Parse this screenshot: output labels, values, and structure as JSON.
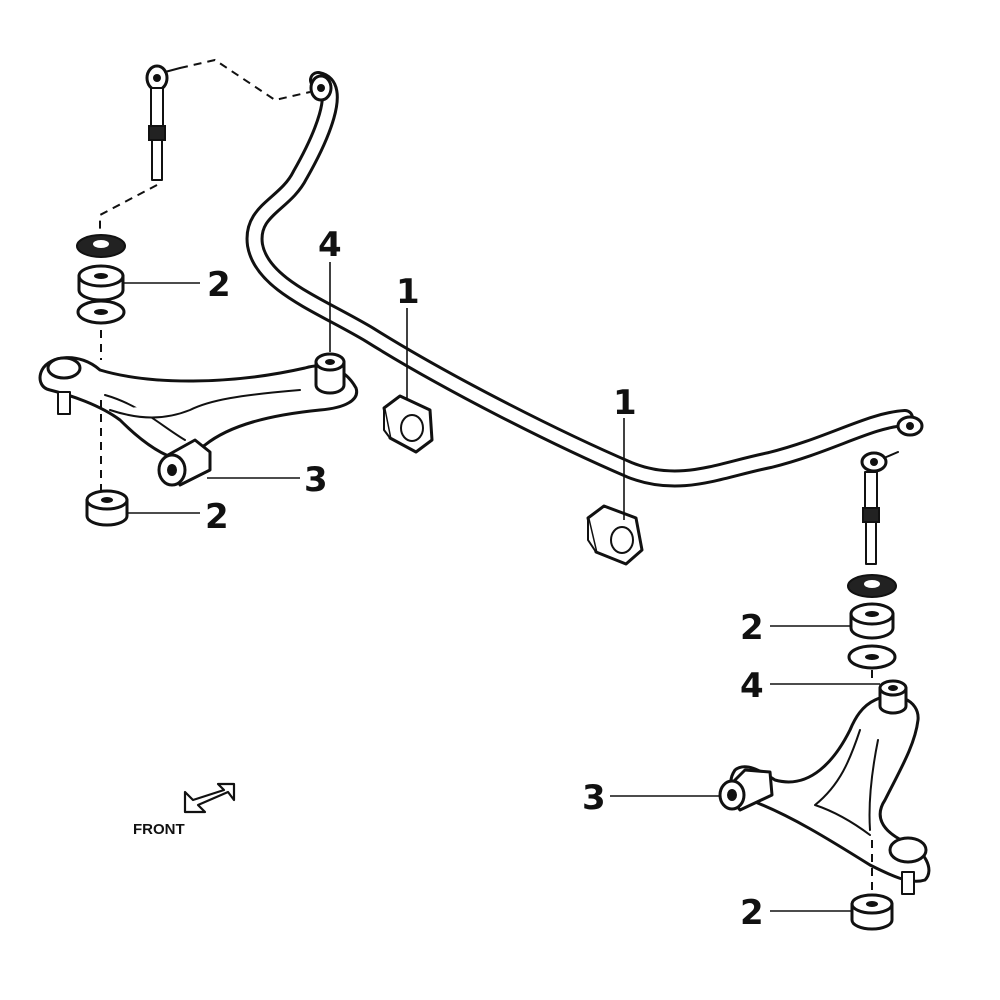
{
  "callouts": {
    "label_1": "1",
    "label_2": "2",
    "label_3": "3",
    "label_4": "4"
  },
  "direction_label": "FRONT",
  "colors": {
    "line": "#111111",
    "background": "#ffffff"
  }
}
